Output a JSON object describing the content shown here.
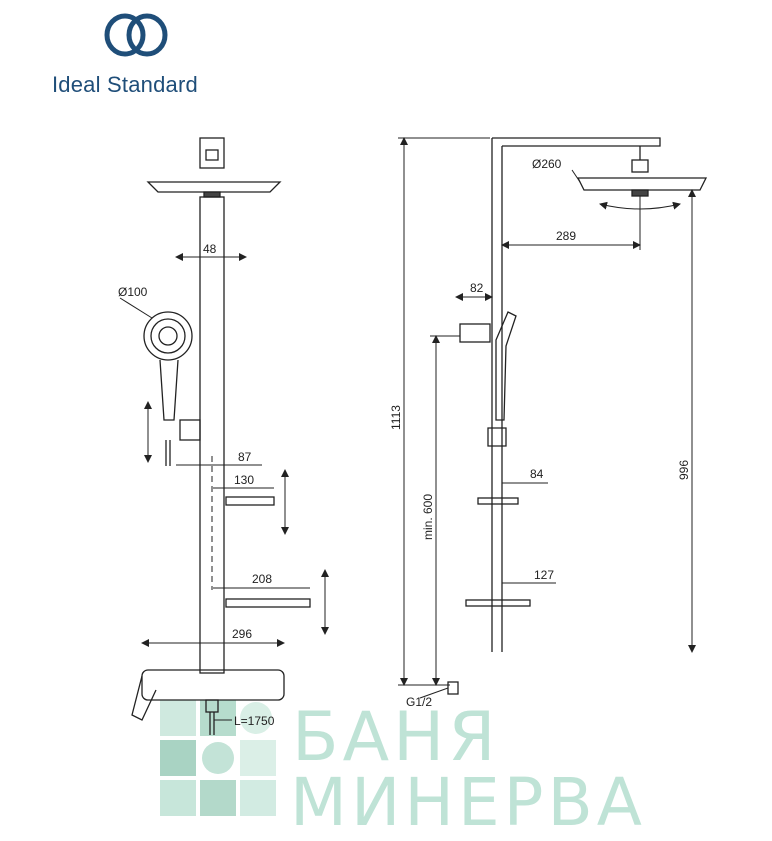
{
  "brand": {
    "name": "Ideal Standard",
    "logo_icon": "interlocking-rings-icon",
    "color": "#1f4e79"
  },
  "watermark": {
    "line1": "БАНЯ",
    "line2": "МИНЕРВА",
    "color": "#bfe3d6"
  },
  "front_view": {
    "dim_48": "48",
    "dim_handshower": "Ø100",
    "dim_87": "87",
    "dim_130": "130",
    "dim_208": "208",
    "dim_296": "296",
    "dim_hose": "L=1750"
  },
  "side_view": {
    "dim_head": "Ø260",
    "dim_289": "289",
    "dim_82": "82",
    "dim_1113": "1113",
    "dim_min600": "min. 600",
    "dim_84": "84",
    "dim_127": "127",
    "dim_996": "996",
    "dim_thread": "G1/2"
  }
}
